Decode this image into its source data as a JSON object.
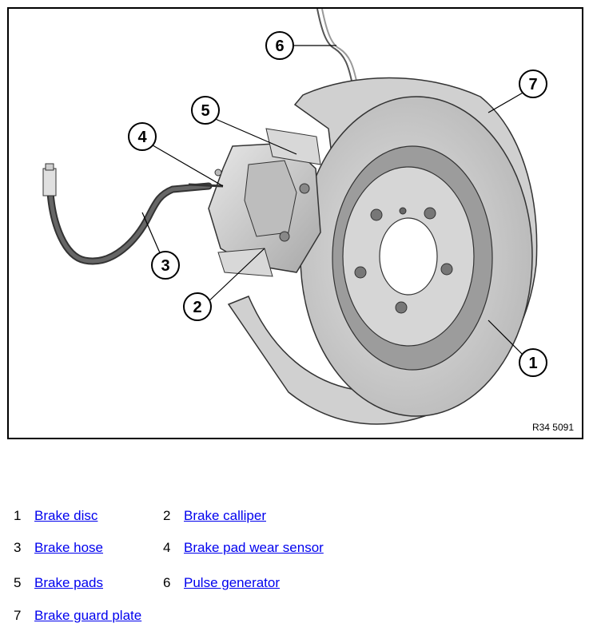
{
  "figure": {
    "reference_code": "R34 5091",
    "callouts": [
      "1",
      "2",
      "3",
      "4",
      "5",
      "6",
      "7"
    ]
  },
  "legend": [
    {
      "num": "1",
      "label": "Brake disc"
    },
    {
      "num": "2",
      "label": "Brake calliper"
    },
    {
      "num": "3",
      "label": "Brake hose"
    },
    {
      "num": "4",
      "label": "Brake pad wear sensor"
    },
    {
      "num": "5",
      "label": "Brake pads"
    },
    {
      "num": "6",
      "label": "Pulse generator"
    },
    {
      "num": "7",
      "label": "Brake guard plate"
    }
  ],
  "colors": {
    "link": "#0000ee",
    "border": "#000000",
    "metal": "#c8c8c8"
  }
}
